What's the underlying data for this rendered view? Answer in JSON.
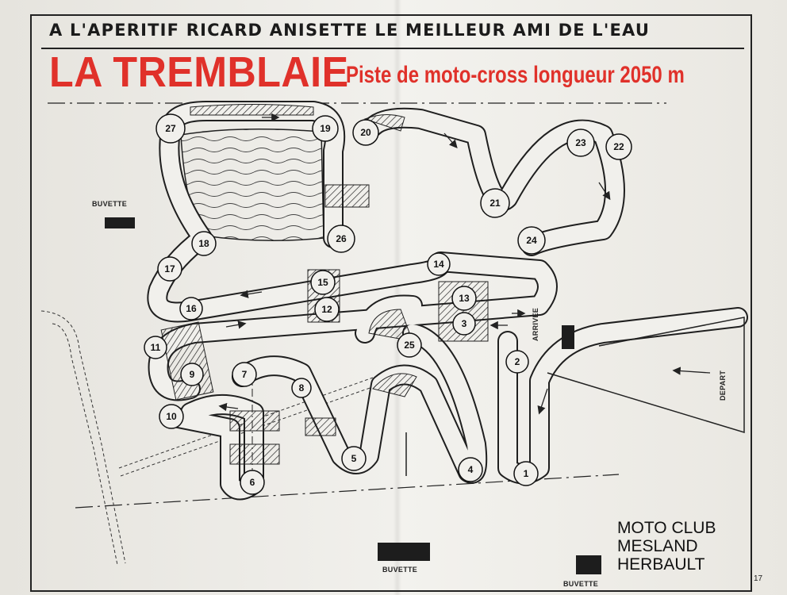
{
  "header": {
    "slogan": "A L'APERITIF RICARD ANISETTE LE MEILLEUR AMI DE L'EAU",
    "title": "LA TREMBLAIE",
    "subtitle": "Piste de moto-cross longueur 2050 m"
  },
  "labels": {
    "buvette_top_left": "BUVETTE",
    "buvette_bottom_center": "BUVETTE",
    "buvette_bottom_right": "BUVETTE",
    "arrivee": "ARRIVEE",
    "depart": "DEPART"
  },
  "club": {
    "line1": "MOTO CLUB",
    "line2": "MESLAND",
    "line3": "HERBAULT"
  },
  "page_number": "17",
  "corners": [
    "1",
    "2",
    "3",
    "4",
    "5",
    "6",
    "7",
    "8",
    "9",
    "10",
    "11",
    "12",
    "13",
    "14",
    "15",
    "16",
    "17",
    "18",
    "19",
    "20",
    "21",
    "22",
    "23",
    "24",
    "25",
    "26",
    "27"
  ],
  "colors": {
    "title_red": "#e0312a",
    "ink": "#1a1a1a",
    "paper": "#ecebe6"
  }
}
